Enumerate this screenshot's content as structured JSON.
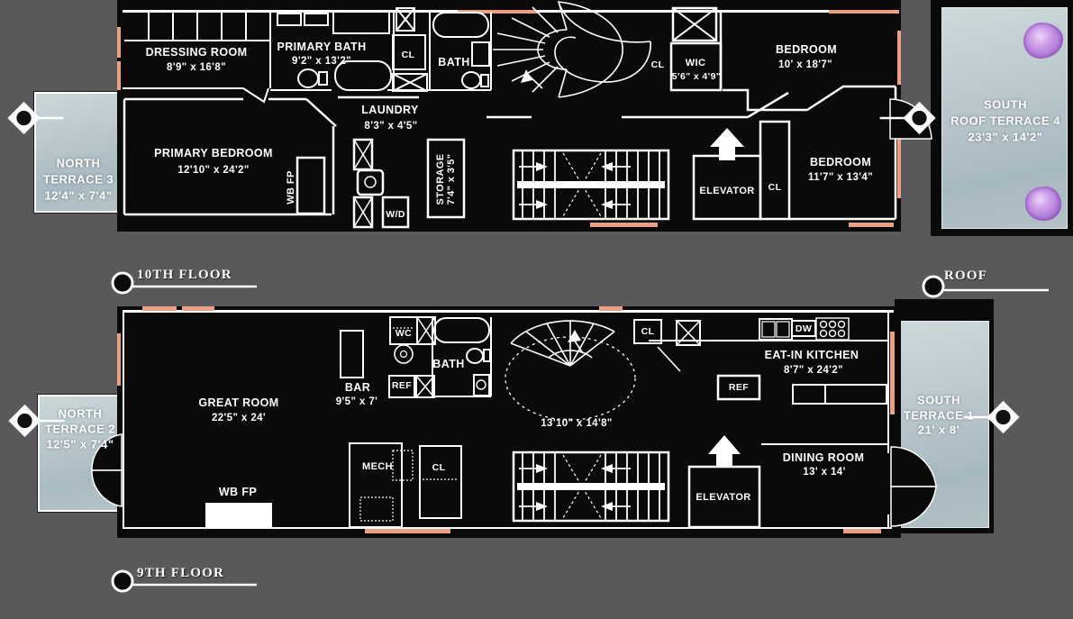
{
  "colors": {
    "background": "#59595b",
    "plan_black": "#0a0a0a",
    "wall_white": "#ffffff",
    "window_salmon": "#ED9F84",
    "terrace_blue_gray": "#B7C6CB",
    "flower_purple": "#B27FD9"
  },
  "markers": {
    "floor10_title": "10TH FLOOR",
    "roof_title": "ROOF",
    "floor9_title": "9TH FLOOR"
  },
  "floor10": {
    "dressing_room": {
      "name": "DRESSING ROOM",
      "dims": "8'9\" x 16'8\""
    },
    "primary_bath": {
      "name": "PRIMARY BATH",
      "dims": "9'2\" x 13'2\""
    },
    "closet_a": "CL",
    "bath": "BATH",
    "closet_b": "CL",
    "wic": {
      "name": "WIC",
      "dims": "5'6\" x 4'9\""
    },
    "bedroom_north": {
      "name": "BEDROOM",
      "dims": "10' x 18'7\""
    },
    "laundry": {
      "name": "LAUNDRY",
      "dims": "8'3\" x 4'5\""
    },
    "primary_bedroom": {
      "name": "PRIMARY BEDROOM",
      "dims": "12'10\" x 24'2\""
    },
    "wb_fp": "WB FP",
    "storage": {
      "name": "STORAGE",
      "dims": "7'4\" x 3'5\""
    },
    "wd": "W/D",
    "elevator": "ELEVATOR",
    "closet_c": "CL",
    "bedroom_south": {
      "name": "BEDROOM",
      "dims": "11'7\" x 13'4\""
    },
    "north_terrace": {
      "line1": "NORTH",
      "line2": "TERRACE 3",
      "dims": "12'4\" x 7'4\""
    },
    "south_terrace": {
      "line1": "SOUTH",
      "line2": "ROOF TERRACE 4",
      "dims": "23'3\" x 14'2\""
    }
  },
  "floor9": {
    "great_room": {
      "name": "GREAT ROOM",
      "dims": "22'5\" x 24'"
    },
    "bar": {
      "name": "BAR",
      "dims": "9'5\" x 7'"
    },
    "wc": "WC",
    "ref_bar": "REF",
    "bath": "BATH",
    "closet_a": "CL",
    "eat_in_kitchen": {
      "name": "EAT-IN KITCHEN",
      "dims": "8'7\" x 24'2\""
    },
    "dw": "DW",
    "ref_kitchen": "REF",
    "stair_hall_dims": "13'10\" x 14'8\"",
    "mech": "MECH",
    "closet_b": "CL",
    "elevator": "ELEVATOR",
    "dining_room": {
      "name": "DINING ROOM",
      "dims": "13' x 14'"
    },
    "wb_fp": "WB FP",
    "north_terrace": {
      "line1": "NORTH",
      "line2": "TERRACE 2",
      "dims": "12'5\" x 7'4\""
    },
    "south_terrace": {
      "line1": "SOUTH",
      "line2": "TERRACE 1",
      "dims": "21' x 8'"
    }
  }
}
